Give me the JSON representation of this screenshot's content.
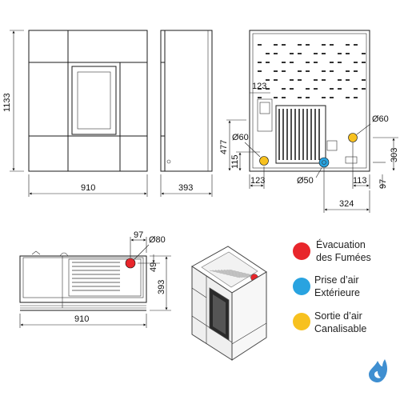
{
  "front_view": {
    "height": "1133",
    "width": "910"
  },
  "side_view": {
    "depth": "393"
  },
  "rear_view": {
    "inner_offset": "123",
    "d_top_left": "Ø60",
    "h_477": "477",
    "h_115": "115",
    "d_right": "Ø60",
    "h_303": "303",
    "h_97": "97",
    "w_123": "123",
    "d_50": "Ø50",
    "w_113": "113",
    "w_324": "324"
  },
  "top_view": {
    "offset_97": "97",
    "d_80": "Ø80",
    "h_49": "49",
    "depth": "393",
    "width": "910"
  },
  "legend": [
    {
      "line1": "Évacuation",
      "line2": "des Fumées",
      "color": "#e8262b"
    },
    {
      "line1": "Prise d’air",
      "line2": "Extérieure",
      "color": "#29a3e0"
    },
    {
      "line1": "Sortie d’air",
      "line2": "Canalisable",
      "color": "#f7c11f"
    }
  ],
  "brand_icon": "flame-drop-icon"
}
